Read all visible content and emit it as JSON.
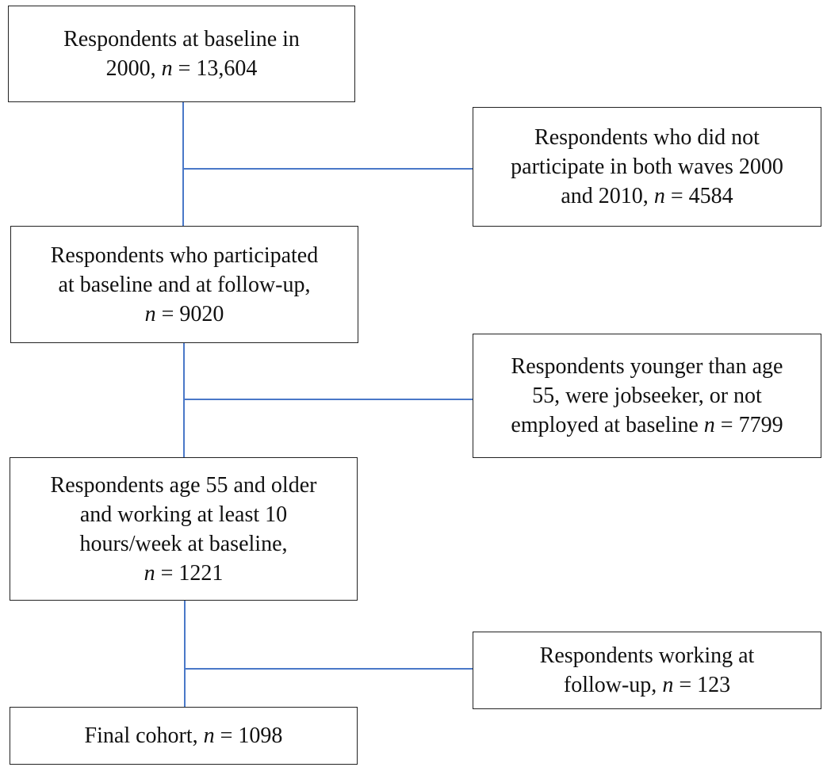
{
  "flowchart": {
    "baseline": {
      "lines": [
        "Respondents at baseline in",
        "2000, "
      ],
      "n_label": "n",
      "n_value": " = 13,604"
    },
    "excluded_waves": {
      "lines": [
        "Respondents who did not",
        "participate in both waves 2000",
        "and 2010, "
      ],
      "n_label": "n",
      "n_value": " = 4584"
    },
    "followup": {
      "lines": [
        "Respondents who participated",
        "at baseline and at follow-up,"
      ],
      "n_label": "n",
      "n_value": " = 9020"
    },
    "excluded_age": {
      "lines": [
        "Respondents younger than age",
        "55, were jobseeker, or not",
        "employed at baseline "
      ],
      "n_label": "n",
      "n_value": " = 7799"
    },
    "age55": {
      "lines": [
        "Respondents age 55 and older",
        "and working at least 10",
        "hours/week at baseline,"
      ],
      "n_label": "n",
      "n_value": " = 1221"
    },
    "excluded_working": {
      "lines": [
        "Respondents working at",
        "follow-up, "
      ],
      "n_label": "n",
      "n_value": " = 123"
    },
    "final": {
      "lines": [
        "Final cohort, "
      ],
      "n_label": "n",
      "n_value": " = 1098"
    }
  },
  "colors": {
    "connector": "#4a78c8",
    "border": "#222222"
  }
}
